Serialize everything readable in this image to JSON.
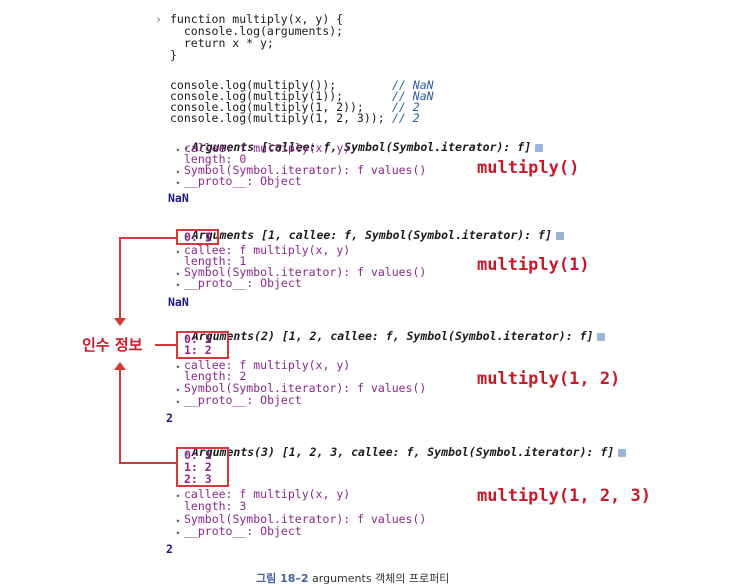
{
  "code": {
    "line1": "function multiply(x, y) {",
    "line2": "  console.log(arguments);",
    "line3": "  return x * y;",
    "line4": "}"
  },
  "calls": [
    {
      "code": "console.log(multiply());",
      "comment": "// NaN"
    },
    {
      "code": "console.log(multiply(1));",
      "comment": "// NaN"
    },
    {
      "code": "console.log(multiply(1, 2));",
      "comment": "// 2"
    },
    {
      "code": "console.log(multiply(1, 2, 3));",
      "comment": "// 2"
    }
  ],
  "outputs": [
    {
      "header": "Arguments [callee: f, Symbol(Symbol.iterator): f]",
      "items": [],
      "callee": "callee: f multiply(x, y)",
      "length": "length: 0",
      "symbol": "Symbol(Symbol.iterator): f values()",
      "proto": "__proto__: Object",
      "result": "NaN",
      "annotation": "multiply()"
    },
    {
      "header": "Arguments [1, callee: f, Symbol(Symbol.iterator): f]",
      "items": [
        "0: 1"
      ],
      "callee": "callee: f multiply(x, y)",
      "length": "length: 1",
      "symbol": "Symbol(Symbol.iterator): f values()",
      "proto": "__proto__: Object",
      "result": "NaN",
      "annotation": "multiply(1)"
    },
    {
      "header": "Arguments(2) [1, 2, callee: f, Symbol(Symbol.iterator): f]",
      "items": [
        "0: 1",
        "1: 2"
      ],
      "callee": "callee: f multiply(x, y)",
      "length": "length: 2",
      "symbol": "Symbol(Symbol.iterator): f values()",
      "proto": "__proto__: Object",
      "result": "2",
      "annotation": "multiply(1, 2)"
    },
    {
      "header": "Arguments(3) [1, 2, 3, callee: f, Symbol(Symbol.iterator): f]",
      "items": [
        "0: 1",
        "1: 2",
        "2: 3"
      ],
      "callee": "callee: f multiply(x, y)",
      "length": "length: 3",
      "symbol": "Symbol(Symbol.iterator): f values()",
      "proto": "__proto__: Object",
      "result": "2",
      "annotation": "multiply(1, 2, 3)"
    }
  ],
  "side_label": "인수 정보",
  "caption": {
    "figure": "그림 18–2",
    "text": "arguments 객체의 프로퍼티"
  },
  "colors": {
    "accent": "#c8192a",
    "box": "#d43a3a"
  }
}
